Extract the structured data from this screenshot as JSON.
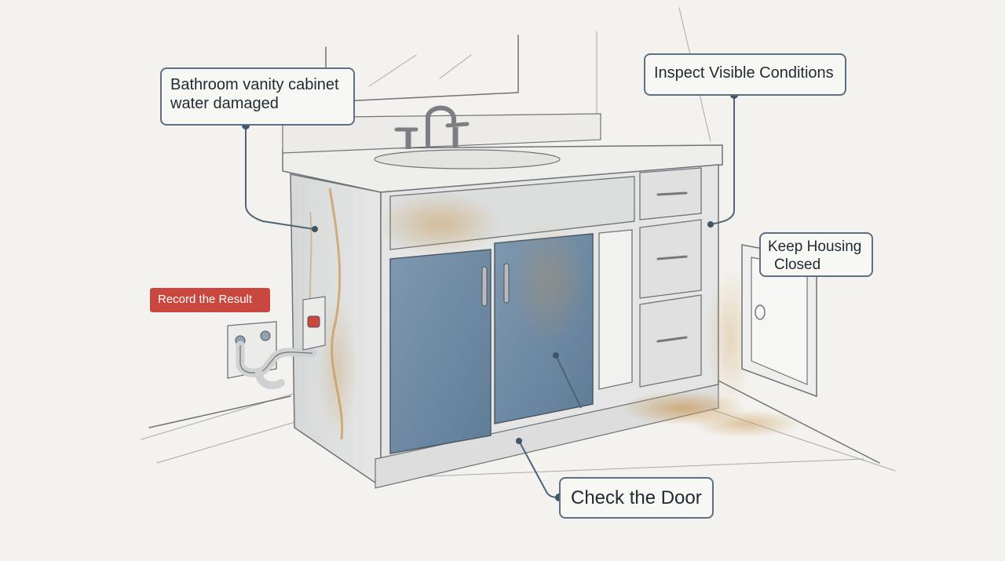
{
  "callouts": {
    "vanity_damage": {
      "line1": "Bathroom vanity cabinet",
      "line2": "water damaged"
    },
    "inspect": {
      "label": "Inspect Visible Conditions"
    },
    "housing": {
      "line1": "Keep Housing",
      "line2": "Closed"
    },
    "record": {
      "label": "Record the Result"
    },
    "door": {
      "label": "Check the Door"
    }
  },
  "colors": {
    "callout_border": "#5d6f80",
    "leader_line": "#4f6374",
    "cabinet_door_blue": "#6f8aa4",
    "water_stain": "#c89550",
    "record_tag": "#c9473f",
    "background": "#f3f2ee"
  }
}
